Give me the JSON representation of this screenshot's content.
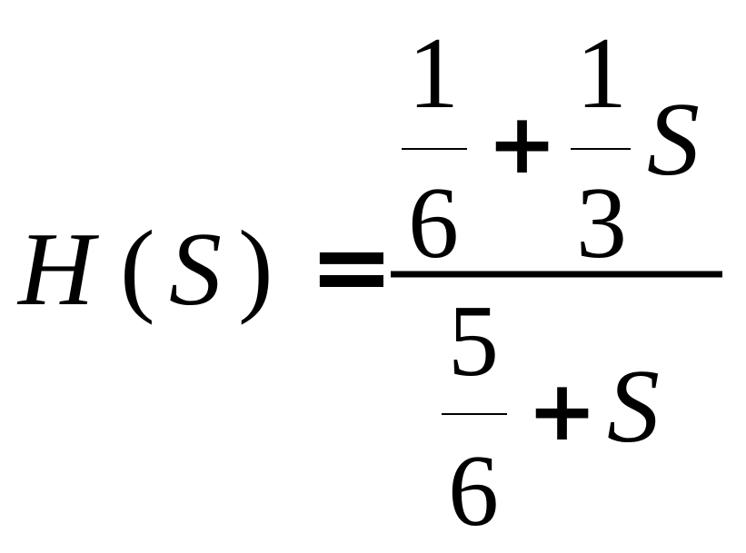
{
  "equation": {
    "lhs": {
      "function_name": "H",
      "open_paren": "(",
      "variable": "S",
      "close_paren": ")"
    },
    "equals_sign": "=",
    "numerator": {
      "term1": {
        "numerator": "1",
        "denominator": "6"
      },
      "plus_sign": "+",
      "term2": {
        "numerator": "1",
        "denominator": "3"
      },
      "term2_variable": "S"
    },
    "denominator": {
      "term1": {
        "numerator": "5",
        "denominator": "6"
      },
      "plus_sign": "+",
      "variable": "S"
    }
  }
}
